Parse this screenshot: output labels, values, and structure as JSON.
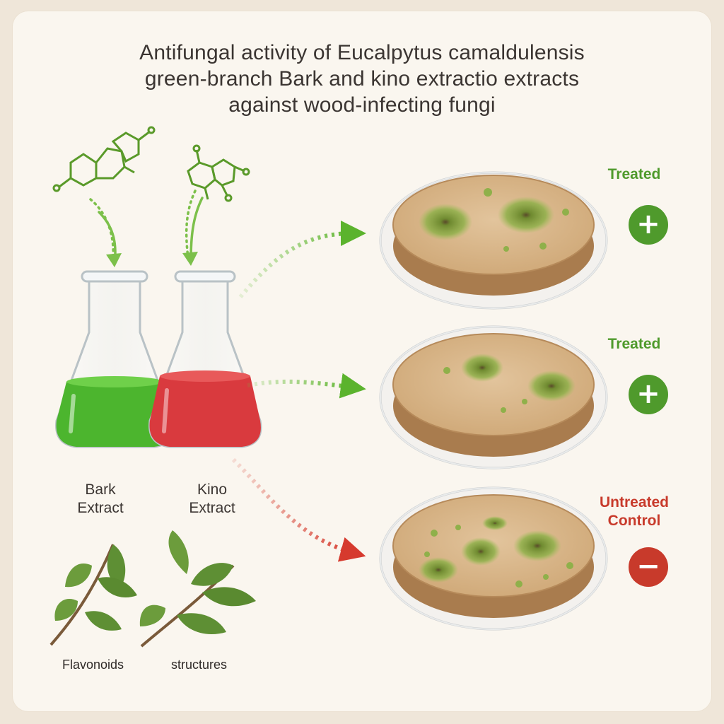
{
  "title": {
    "line1": "Antifungal activity of Eucalpytus camaldulensis",
    "line2": "green-branch Bark and kino extractio extracts",
    "line3": "against wood-infecting fungi"
  },
  "flasks": [
    {
      "label_line1": "Bark",
      "label_line2": "Extract",
      "liquid_color": "#4cb52e"
    },
    {
      "label_line1": "Kino",
      "label_line2": "Extract",
      "liquid_color": "#d93a3e"
    }
  ],
  "captions": {
    "left": "Flavonoids",
    "right": "structures"
  },
  "results": [
    {
      "status_line1": "Treated",
      "status_line2": "",
      "badge": "+",
      "color": "#4f9a2c"
    },
    {
      "status_line1": "Treated",
      "status_line2": "",
      "badge": "+",
      "color": "#4f9a2c"
    },
    {
      "status_line1": "Untreated",
      "status_line2": "Control",
      "badge": "−",
      "color": "#c83a2b"
    }
  ],
  "colors": {
    "positive": "#4f9a2c",
    "negative": "#c83a2b",
    "fungus": "#7fa73a",
    "wood": "#d9b98e",
    "background": "#faf6ef"
  },
  "icons": [
    "molecule-icon",
    "flask-icon",
    "petri-dish-icon",
    "arrow-icon",
    "leaf-branch-icon",
    "plus-icon",
    "minus-icon"
  ]
}
